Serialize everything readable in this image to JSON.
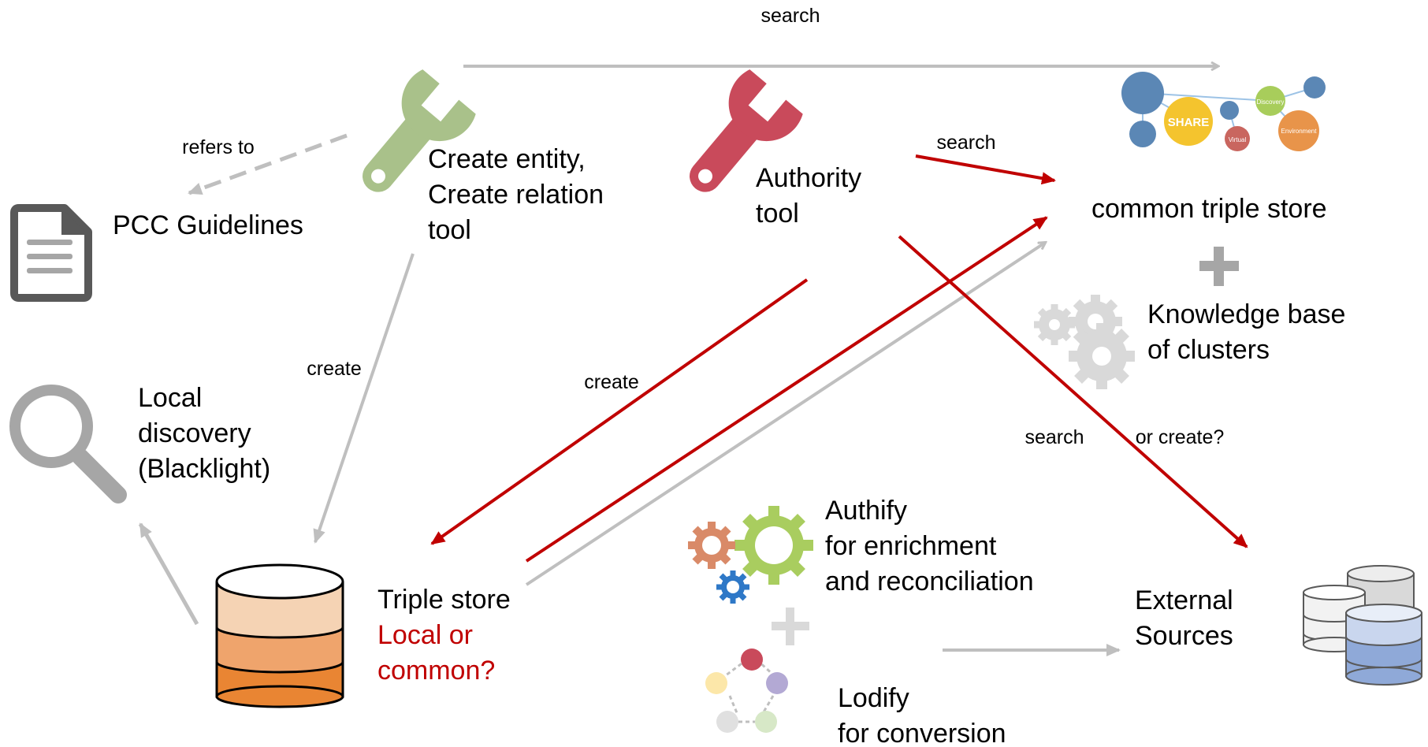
{
  "arrow_labels": {
    "top_search": "search",
    "refers_to": "refers to",
    "create_left": "create",
    "create_mid": "create",
    "search_red": "search",
    "search_low": "search",
    "or_create": "or create?"
  },
  "nodes": {
    "create_tool": [
      "Create entity,",
      "Create relation",
      "tool"
    ],
    "authority_tool": [
      "Authority",
      "tool"
    ],
    "pcc_guidelines": "PCC Guidelines",
    "local_discovery": [
      "Local",
      "discovery",
      "(Blacklight)"
    ],
    "common_triple_store": "common triple store",
    "knowledge_base": [
      "Knowledge base",
      "of clusters"
    ],
    "triple_store": "Triple store",
    "triple_store_question": [
      "Local or",
      "common?"
    ],
    "authify": [
      "Authify",
      "for enrichment",
      "and reconciliation"
    ],
    "lodify": [
      "Lodify",
      "for conversion"
    ],
    "external_sources": [
      "External",
      "Sources"
    ]
  },
  "network_bubbles": [
    "SHARE",
    "Discovery",
    "Virtual",
    "Environment"
  ],
  "icons": {
    "wrench_green": "wrench-icon",
    "wrench_red": "wrench-icon",
    "document": "document-icon",
    "magnifier": "magnifier-icon",
    "database_orange": "database-icon",
    "database_blue": "database-icon",
    "gears_grey": "gears-icon",
    "gears_color": "gears-icon",
    "cycle": "cycle-icon",
    "plus": "plus-icon"
  },
  "colors": {
    "red_arrow": "#C00000",
    "grey_arrow": "#BFBFBF",
    "wrench_green": "#A9C18A",
    "wrench_red": "#C94A5B",
    "db_orange_light": "#F5D3B4",
    "db_orange_mid": "#EFA46C",
    "db_orange_dark": "#E98533"
  }
}
